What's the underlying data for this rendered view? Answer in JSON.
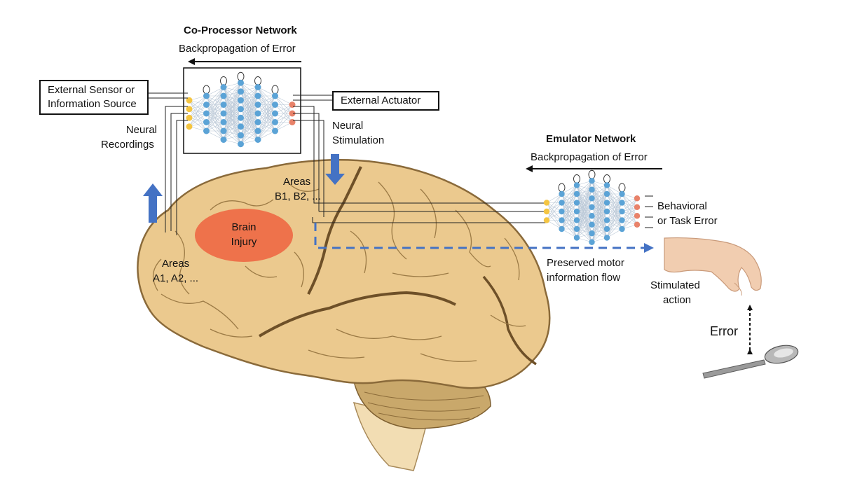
{
  "coprocessor": {
    "title": "Co-Processor Network",
    "backprop": "Backpropagation of Error"
  },
  "emulator": {
    "title": "Emulator Network",
    "backprop": "Backpropagation of Error"
  },
  "external_sensor": {
    "line1": "External Sensor or",
    "line2": "Information Source"
  },
  "external_actuator": "External Actuator",
  "neural_recordings": {
    "line1": "Neural",
    "line2": "Recordings"
  },
  "neural_stimulation": {
    "line1": "Neural",
    "line2": "Stimulation"
  },
  "areas_b": {
    "line1": "Areas",
    "line2": "B1, B2, ..."
  },
  "areas_a": {
    "line1": "Areas",
    "line2": "A1, A2, ..."
  },
  "brain_injury": {
    "line1": "Brain",
    "line2": "Injury"
  },
  "behavioral_error": {
    "line1": "Behavioral",
    "line2": "or Task Error"
  },
  "motor_flow": {
    "line1": "Preserved motor",
    "line2": "information flow"
  },
  "stimulated_action": {
    "line1": "Stimulated",
    "line2": "action"
  },
  "error_label": "Error",
  "colors": {
    "brain_fill": "#EBC98E",
    "brain_outline": "#8A6A3A",
    "injury": "#EE6A45",
    "arrow_blue": "#4472C4",
    "node_input": "#F4C542",
    "node_hidden": "#5BA3D6",
    "node_output": "#E8826A"
  }
}
